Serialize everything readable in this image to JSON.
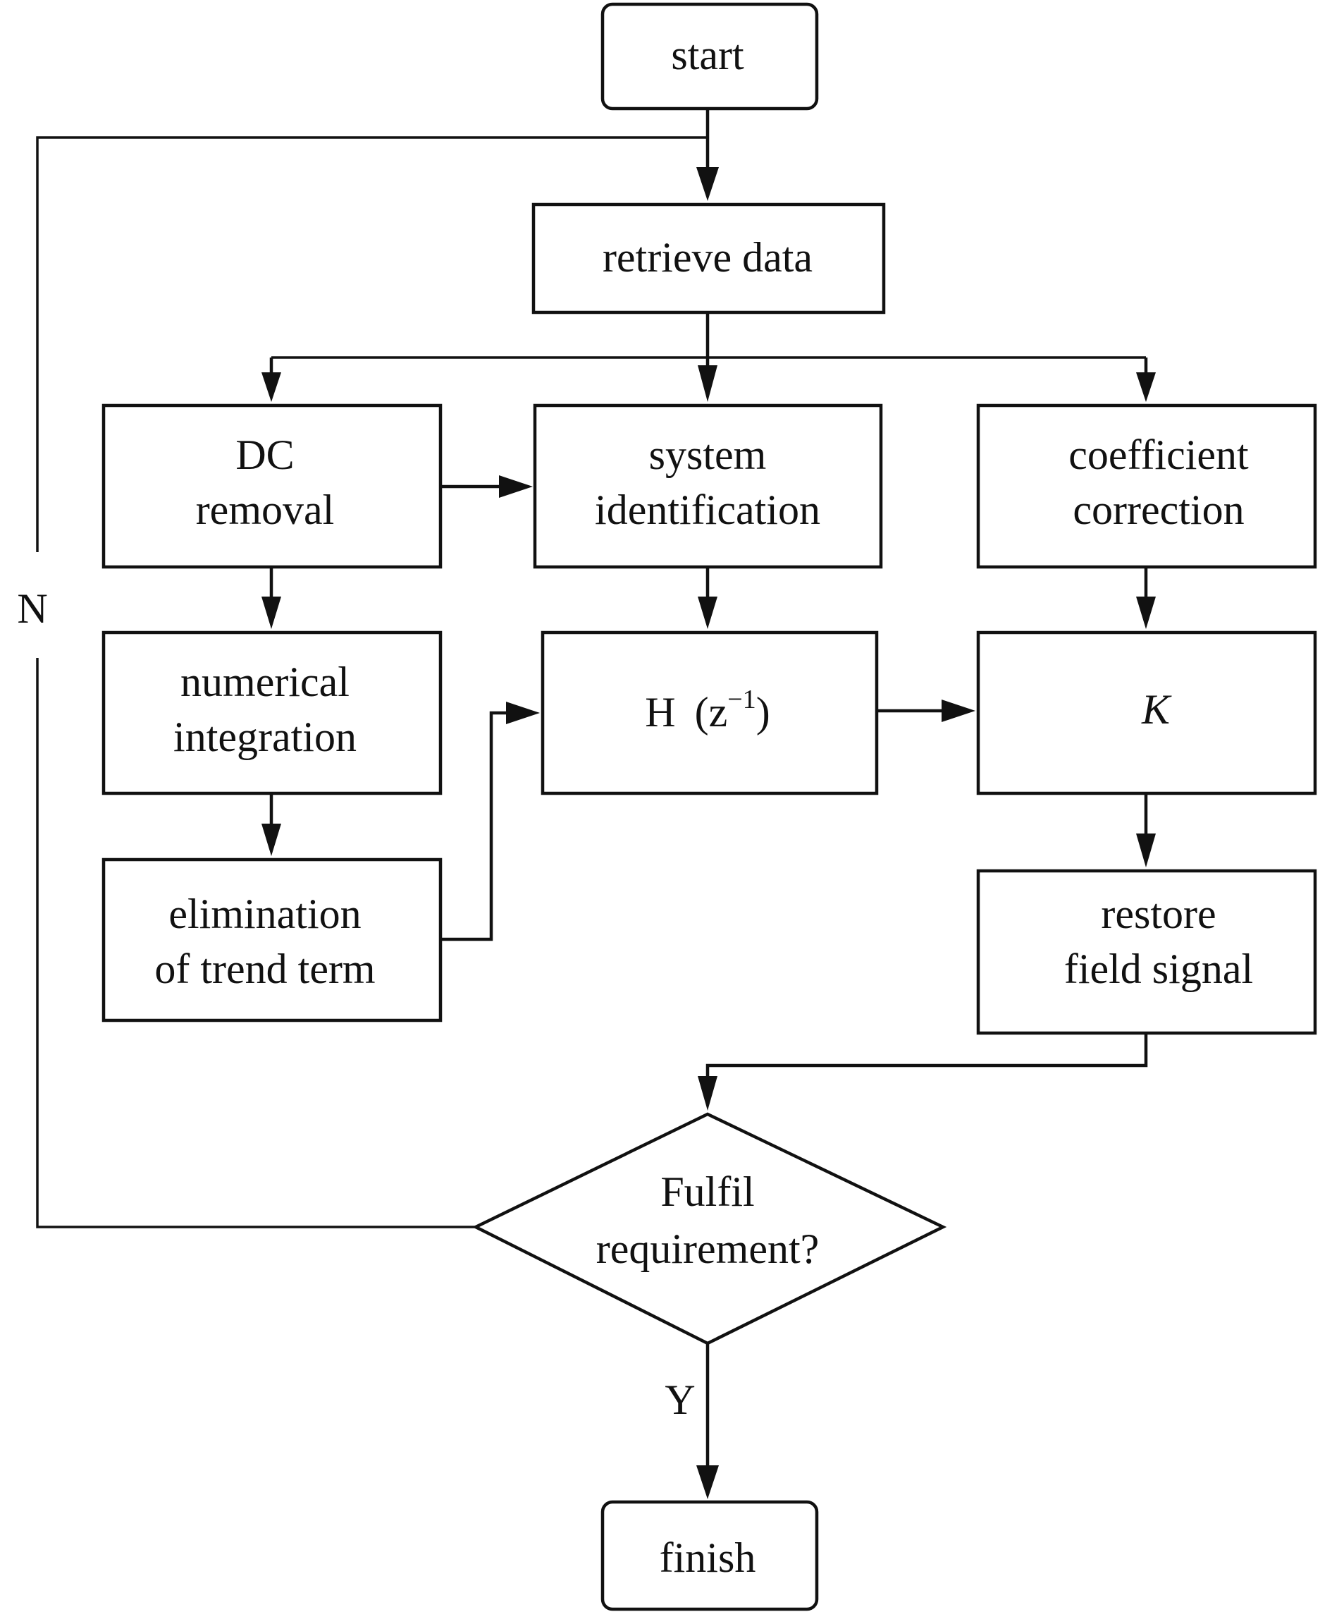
{
  "nodes": {
    "start": "start",
    "retrieve_data": "retrieve data",
    "dc_removal": [
      "DC",
      "removal"
    ],
    "system_identification": [
      "system",
      "identification"
    ],
    "coefficient_correction": [
      "coefficient",
      "correction"
    ],
    "numerical_integration": [
      "numerical",
      "integration"
    ],
    "transfer_function": {
      "symbol": "H",
      "open": "(",
      "var": "z",
      "exponent": "−1",
      "close": ")"
    },
    "gain": "K",
    "elimination_of_trend": [
      "elimination",
      "of trend term"
    ],
    "restore_field_signal": [
      "restore",
      "field signal"
    ],
    "decision": [
      "Fulfil",
      "requirement?"
    ],
    "finish": "finish"
  },
  "edge_labels": {
    "no": "N",
    "yes": "Y"
  }
}
